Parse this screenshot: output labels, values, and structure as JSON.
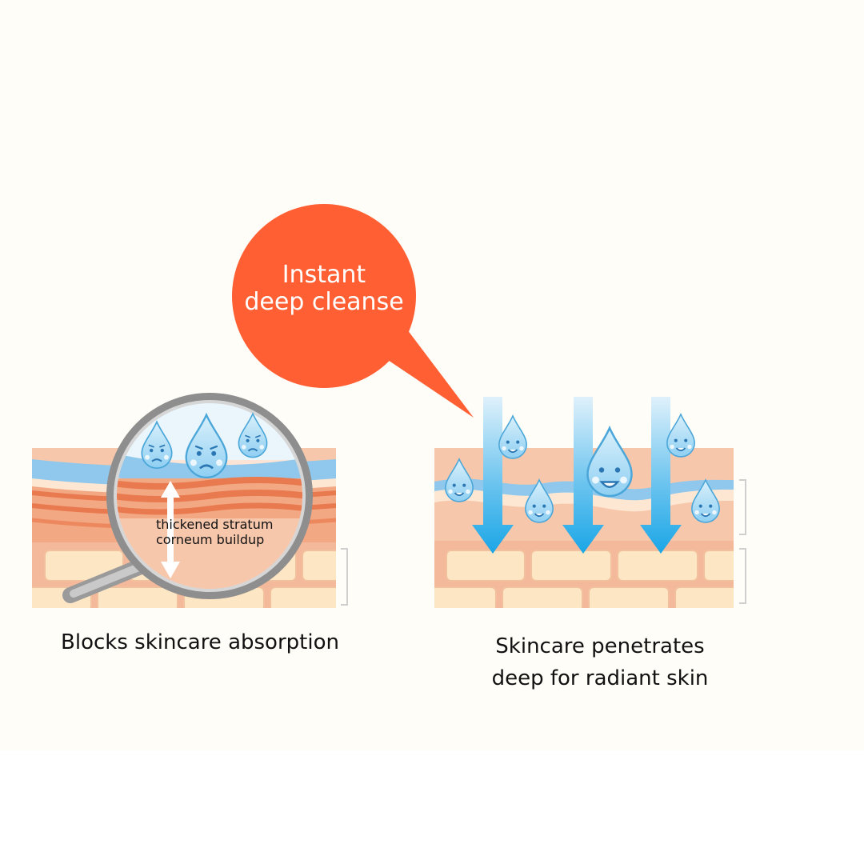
{
  "bubble": {
    "line1": "Instant",
    "line2": "deep cleanse",
    "color": "#ff5f33"
  },
  "left_panel": {
    "lens_label_line1": "thickened stratum",
    "lens_label_line2": "corneum buildup",
    "caption": "Blocks skincare absorption"
  },
  "right_panel": {
    "caption_line1": "Skincare penetrates",
    "caption_line2": "deep for radiant skin"
  },
  "colors": {
    "background": "#fffdf7",
    "water_layer": "#8fc8ec",
    "skin_light": "#f7c7ac",
    "skin_mid": "#f2a27d",
    "skin_dark": "#ea7b4f",
    "cell": "#fde6c3",
    "arrow": "#1aa6e6",
    "drop": "#a9ddf6"
  }
}
